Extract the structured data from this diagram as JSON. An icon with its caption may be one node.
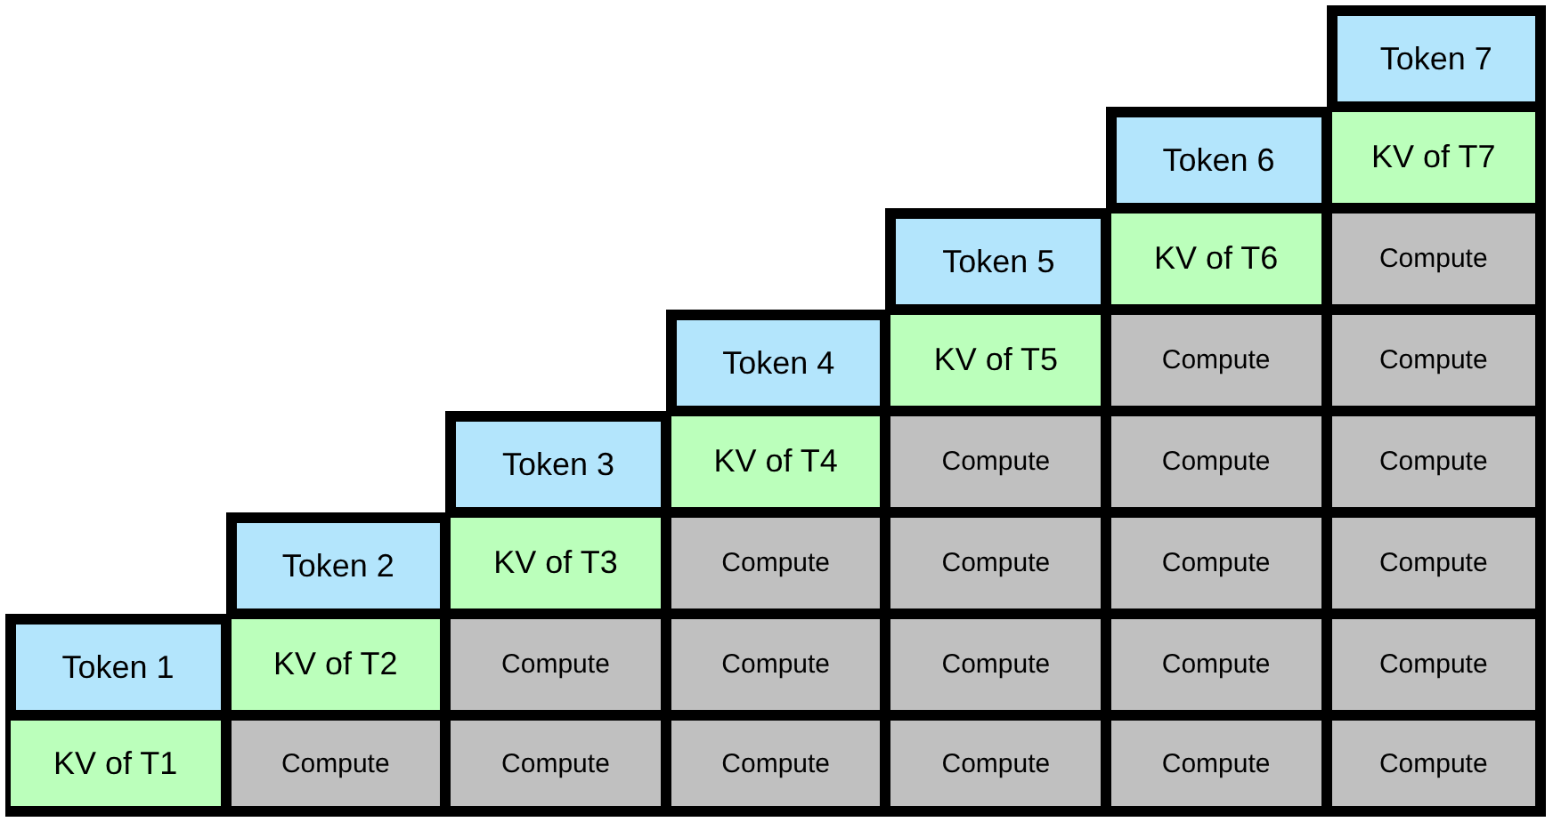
{
  "diagram": {
    "nodes": [
      {
        "text": [
          "Token 7"
        ]
      },
      {
        "text": [
          "Token 6"
        ]
      },
      {
        "text": [
          "KV of T7"
        ]
      },
      {
        "text": [
          "Token 5"
        ]
      },
      {
        "text": [
          "KV of T6"
        ]
      },
      {
        "text": [
          "Compute"
        ]
      },
      {
        "text": [
          "Token 4"
        ]
      },
      {
        "text": [
          "KV of T5"
        ]
      },
      {
        "text": [
          "Compute"
        ]
      },
      {
        "text": [
          "Compute"
        ]
      },
      {
        "text": [
          "Token 3"
        ]
      },
      {
        "text": [
          "KV of T4"
        ]
      },
      {
        "text": [
          "Compute"
        ]
      },
      {
        "text": [
          "Compute"
        ]
      },
      {
        "text": [
          "Compute"
        ]
      },
      {
        "text": [
          "Token 2"
        ]
      },
      {
        "text": [
          "KV of T3"
        ]
      },
      {
        "text": [
          "Compute"
        ]
      },
      {
        "text": [
          "Compute"
        ]
      },
      {
        "text": [
          "Compute"
        ]
      },
      {
        "text": [
          "Compute"
        ]
      },
      {
        "text": [
          "Token 1"
        ]
      },
      {
        "text": [
          "KV of T2"
        ]
      },
      {
        "text": [
          "Compute"
        ]
      },
      {
        "text": [
          "Compute"
        ]
      },
      {
        "text": [
          "Compute"
        ]
      },
      {
        "text": [
          "Compute"
        ]
      },
      {
        "text": [
          "Compute"
        ]
      },
      {
        "text": [
          "KV of T1"
        ]
      },
      {
        "text": [
          "Compute"
        ]
      },
      {
        "text": [
          "Compute"
        ]
      },
      {
        "text": [
          "Compute"
        ]
      },
      {
        "text": [
          "Compute"
        ]
      },
      {
        "text": [
          "Compute"
        ]
      },
      {
        "text": [
          "Compute"
        ]
      }
    ]
  }
}
